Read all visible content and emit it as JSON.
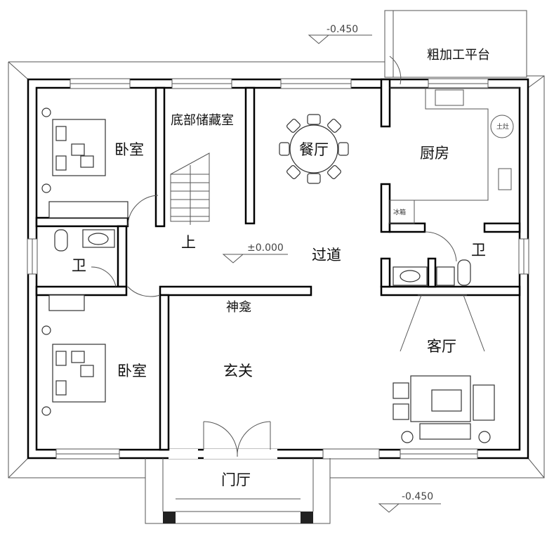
{
  "rooms": {
    "bedroom_top": "卧室",
    "bedroom_bottom": "卧室",
    "storage": "底部储藏室",
    "dining": "餐厅",
    "kitchen": "厨房",
    "platform": "粗加工平台",
    "bath_left": "卫",
    "bath_right": "卫",
    "corridor": "过道",
    "shrine": "神龛",
    "foyer": "玄关",
    "living": "客厅",
    "porch": "门厅",
    "stair_up": "上"
  },
  "fixtures": {
    "fridge": "冰箱",
    "stove": "土灶"
  },
  "elevations": {
    "top": "-0.450",
    "floor": "±0.000",
    "bottom": "-0.450"
  }
}
